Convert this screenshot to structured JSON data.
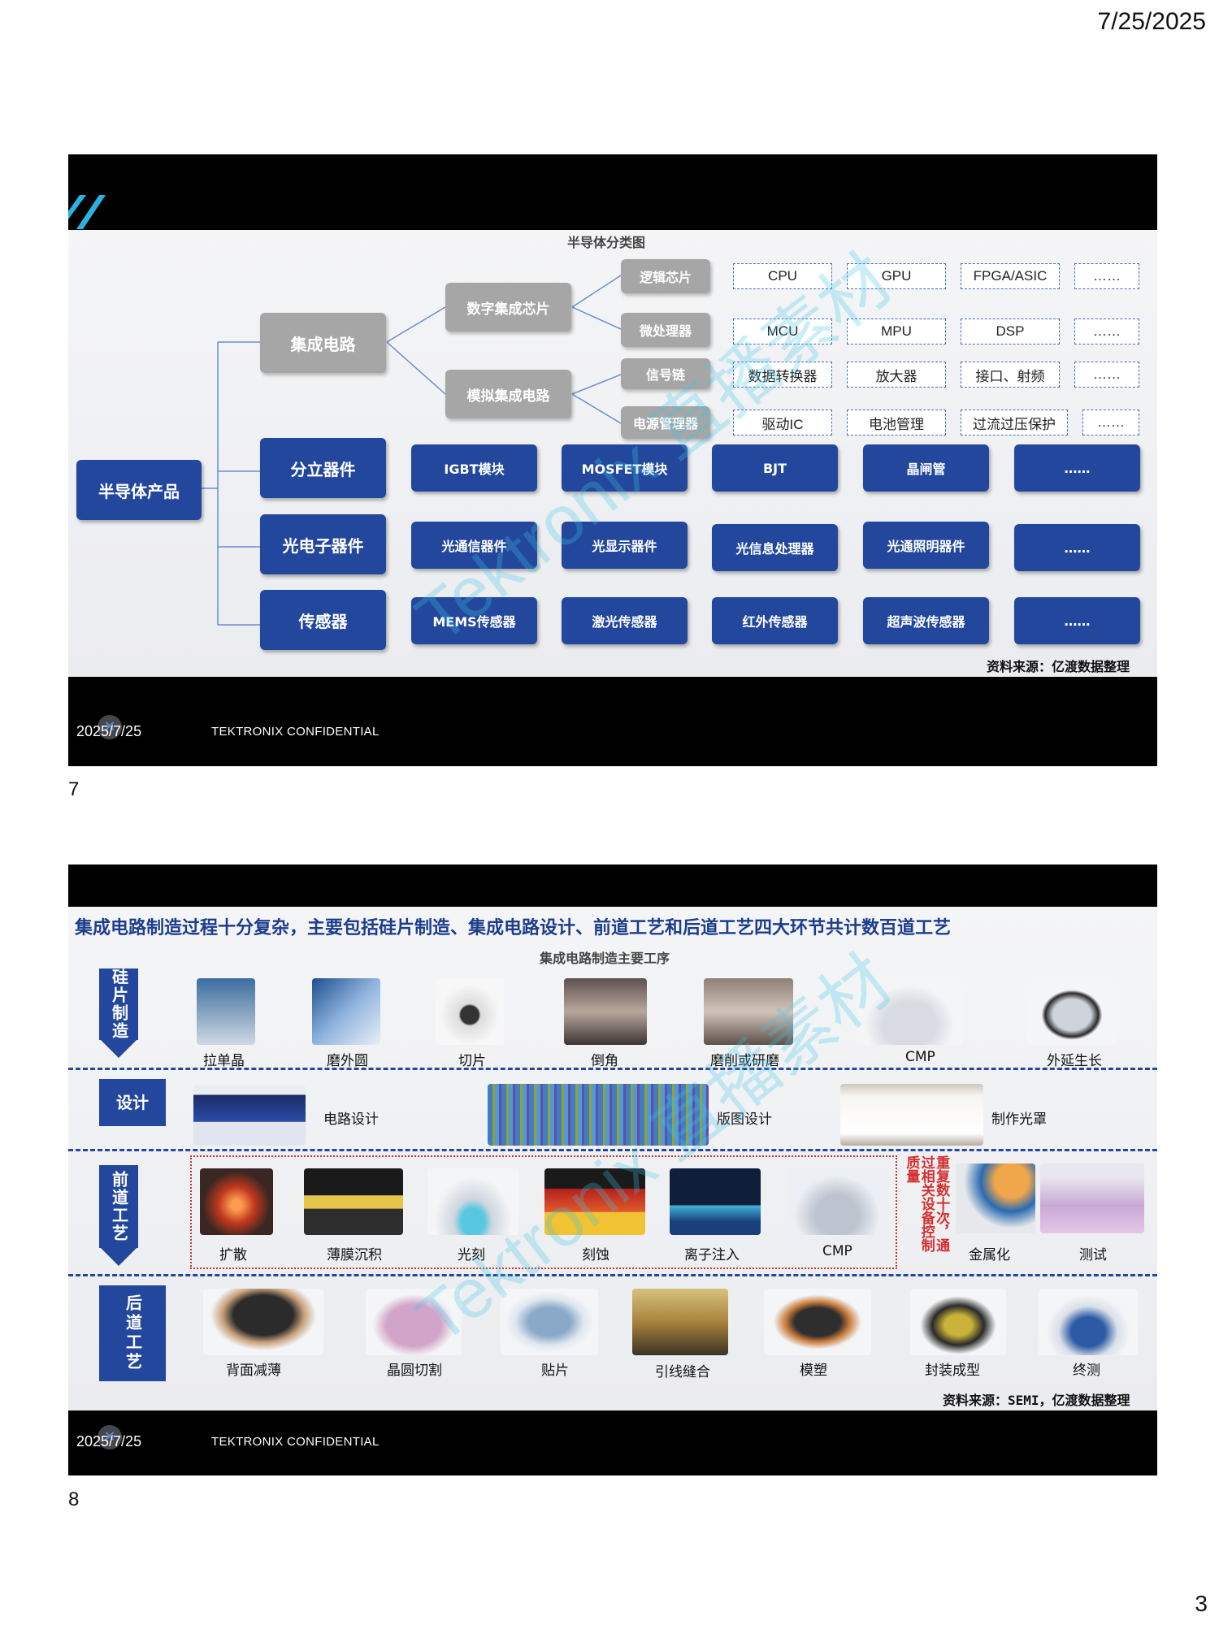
{
  "page": {
    "date": "7/25/2025",
    "page_number": "3"
  },
  "footer": {
    "date": "2025/7/25",
    "confidential": "TEKTRONIX CONFIDENTIAL"
  },
  "watermark": "Tektronix 直播素材",
  "slide1": {
    "number": "7",
    "caption": "半导体分类图",
    "root": "半导体产品",
    "level1": [
      "集成电路",
      "分立器件",
      "光电子器件",
      "传感器"
    ],
    "level2": [
      "数字集成芯片",
      "模拟集成电路"
    ],
    "level3": [
      "逻辑芯片",
      "微处理器",
      "信号链",
      "电源管理器"
    ],
    "dashed_rows": [
      [
        "CPU",
        "GPU",
        "FPGA/ASIC",
        "……"
      ],
      [
        "MCU",
        "MPU",
        "DSP",
        "……"
      ],
      [
        "数据转换器",
        "放大器",
        "接口、射频",
        "……"
      ],
      [
        "驱动IC",
        "电池管理",
        "过流过压保护",
        "……"
      ]
    ],
    "discrete_row": [
      "IGBT模块",
      "MOSFET模块",
      "BJT",
      "晶闸管",
      "……"
    ],
    "optoelectronic_row": [
      "光通信器件",
      "光显示器件",
      "光信息处理器",
      "光通照明器件",
      "……"
    ],
    "sensor_row": [
      "MEMS传感器",
      "激光传感器",
      "红外传感器",
      "超声波传感器",
      "……"
    ],
    "source": "资料来源：亿渡数据整理"
  },
  "slide2": {
    "number": "8",
    "headline": "集成电路制造过程十分复杂，主要包括硅片制造、集成电路设计、前道工艺和后道工艺四大环节共计数百道工艺",
    "caption": "集成电路制造主要工序",
    "stages": [
      "硅片制造",
      "设计",
      "前道工艺",
      "后道工艺"
    ],
    "wafer_steps": [
      "拉单晶",
      "磨外圆",
      "切片",
      "倒角",
      "磨削或研磨",
      "CMP",
      "外延生长"
    ],
    "design_steps": [
      "电路设计",
      "版图设计",
      "制作光罩"
    ],
    "front_steps": [
      "扩散",
      "薄膜沉积",
      "光刻",
      "刻蚀",
      "离子注入",
      "CMP"
    ],
    "front_note": "重复数十次，通过相关设备控制质量",
    "front_extra": [
      "金属化",
      "测试"
    ],
    "back_steps": [
      "背面减薄",
      "晶圆切割",
      "贴片",
      "引线缝合",
      "模塑",
      "封装成型",
      "终测"
    ],
    "source": "资料来源：SEMI，亿渡数据整理"
  },
  "colors": {
    "primary_blue": "#22479c",
    "gray_box": "#a6a6a6",
    "note_red": "#d32f2f"
  }
}
